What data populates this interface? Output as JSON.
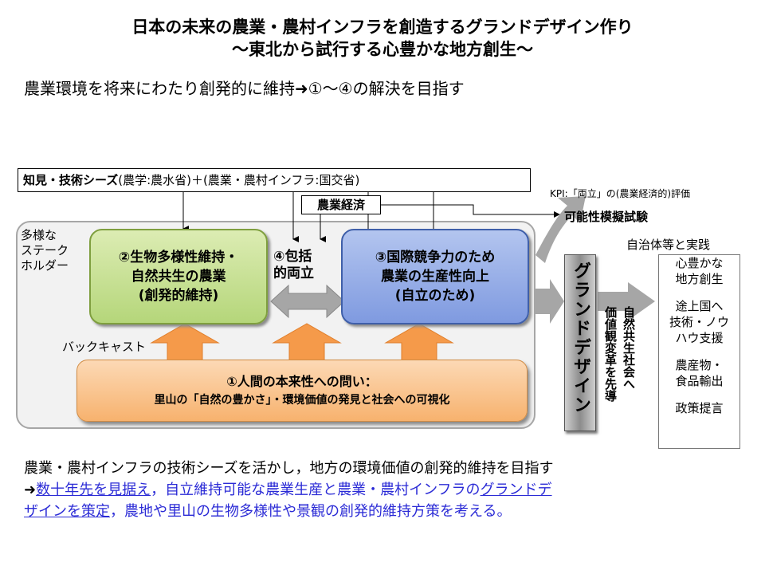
{
  "header": {
    "title_line1": "日本の未来の農業・農村インフラを創造するグランドデザイン作り",
    "title_line2": "～東北から試行する心豊かな地方創生～",
    "subtitle": "農業環境を将来にわたり創発的に維持➜①～④の解決を目指す"
  },
  "seeds": {
    "bold": "知見・技術シーズ",
    "rest": "(農学:農水省)＋(農業・農村インフラ:国交省)"
  },
  "econ_label": "農業経済",
  "kpi": {
    "text": "KPI:「両立」の(農業経済的)評価",
    "simulation": "可能性模擬試験"
  },
  "panel": {
    "stakeholder": [
      "多様な",
      "ステーク",
      "ホルダー"
    ],
    "backcast": "バックキャスト"
  },
  "box2": {
    "line1": "②生物多様性維持・",
    "line2": "自然共生の農業",
    "line3": "(創発的維持)"
  },
  "both": {
    "line1": "④包括",
    "line2": "的両立"
  },
  "box3": {
    "line1": "③国際競争力のため",
    "line2": "農業の生産性向上",
    "line3": "(自立のため)"
  },
  "box1": {
    "line1": "①人間の本来性への問い：",
    "line2": "里山の「自然の豊かさ」・環境価値の発見と社会への可視化"
  },
  "grand_design": "グランドデザイン",
  "vertical_notes": {
    "col1": "自然共生社会へ",
    "col2": "価値観変革を先導"
  },
  "local": {
    "label": "自治体等と実践",
    "items": [
      {
        "l1": "心豊かな",
        "l2": "地方創生"
      },
      {
        "l1": "途上国へ",
        "l2": "技術・ノウ",
        "l3": "ハウ支援"
      },
      {
        "l1": "農産物・",
        "l2": "食品輸出"
      },
      {
        "l1": "政策提言"
      }
    ]
  },
  "bottom": {
    "line1": "農業・農村インフラの技術シーズを活かし，地方の環境価値の創発的維持を目指す",
    "arrow": "➜",
    "link1": "数十年先を見据え",
    "mid": "，自立維持可能な農業生産と農業・農村インフラの",
    "link2a": "グランドデ",
    "link2b": "ザインを策定",
    "tail": "，農地や里山の生物多様性や景観の創発的維持方策を考える。"
  },
  "colors": {
    "green_box": "#b5d67a",
    "blue_box": "#7f9ae0",
    "orange_box": "#f7b26e",
    "orange_arrow": "#f59a4a",
    "gray_arrow": "#a6a6a6",
    "text_blue": "#2b2bd6"
  }
}
